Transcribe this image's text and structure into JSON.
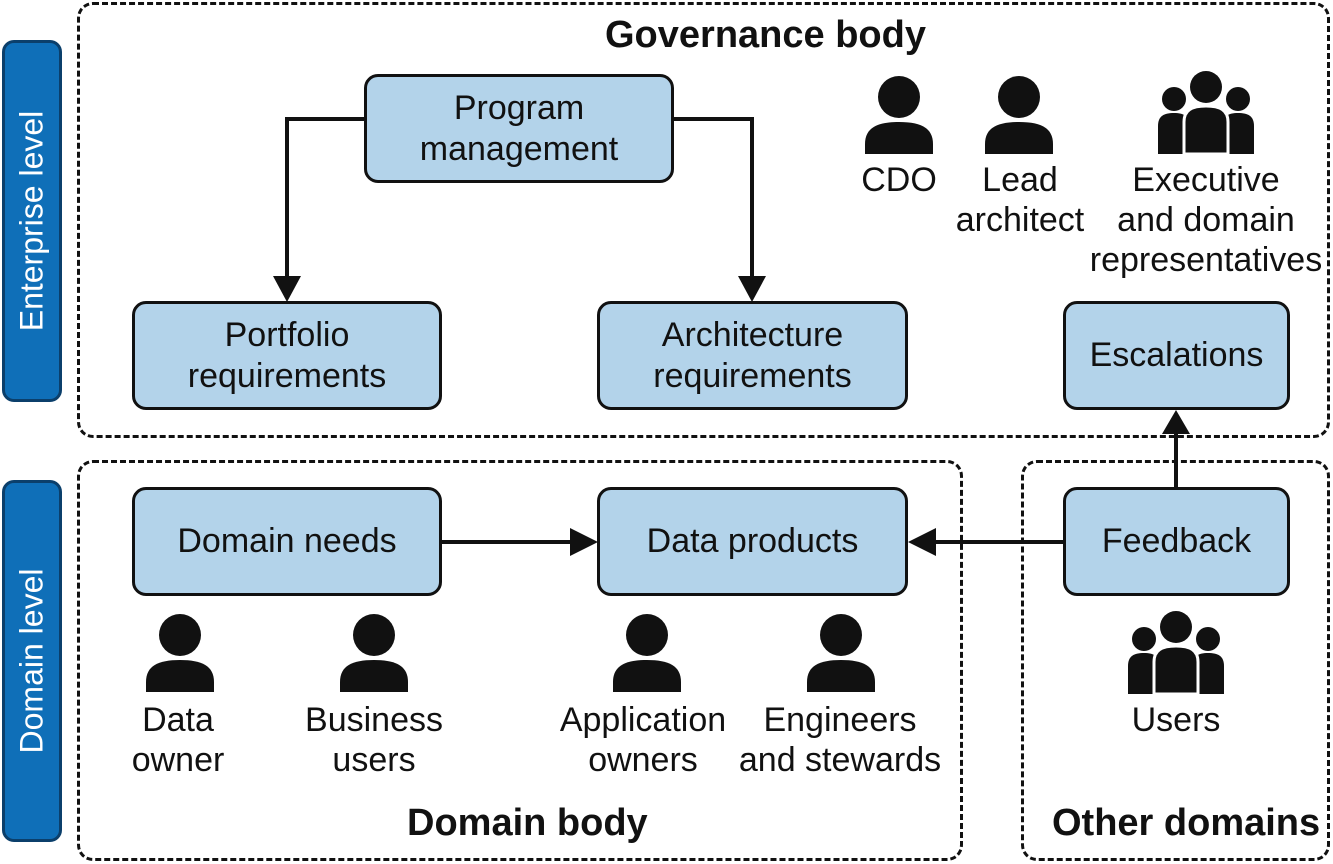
{
  "levels": {
    "enterprise": "Enterprise level",
    "domain": "Domain level"
  },
  "governance": {
    "title": "Governance body",
    "program_management": "Program\nmanagement",
    "portfolio_requirements": "Portfolio\nrequirements",
    "architecture_requirements": "Architecture\nrequirements",
    "escalations": "Escalations",
    "roles": {
      "cdo": "CDO",
      "lead_architect": "Lead\narchitect",
      "executives": "Executive\nand domain\nrepresentatives"
    }
  },
  "domain_body": {
    "title": "Domain body",
    "domain_needs": "Domain needs",
    "data_products": "Data products",
    "roles": {
      "data_owner": "Data\nowner",
      "business_users": "Business\nusers",
      "application_owners": "Application\nowners",
      "engineers_stewards": "Engineers\nand stewards"
    }
  },
  "other_domains": {
    "title": "Other domains",
    "feedback": "Feedback",
    "users": "Users"
  },
  "icons": {
    "single": "person-icon",
    "group": "people-group-icon"
  },
  "colors": {
    "box_fill": "#b3d3ea",
    "level_bar": "#0f6fb8"
  }
}
